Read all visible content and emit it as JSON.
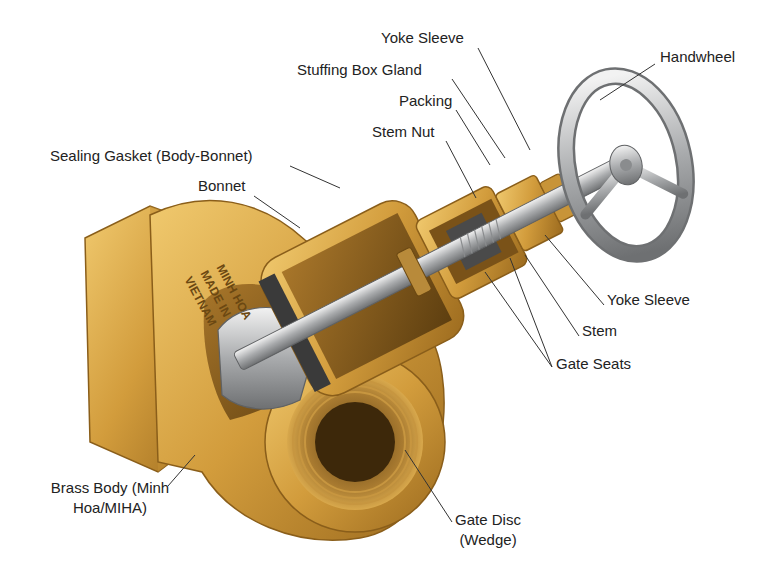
{
  "diagram": {
    "labels": [
      "Yoke Sleeve",
      "Handwheel",
      "Stuffing Box Gland",
      "Packing",
      "Stem Nut",
      "Sealing Gasket (Body-Bonnet)",
      "Bonnet",
      "Yoke Sleeve",
      "Stem",
      "Gate Seats",
      "Brass Body (Minh Hoa/MIHA)",
      "Gate Disc (Wedge)",
      "MINH HOA",
      "MADE IN",
      "VIETNAM"
    ]
  }
}
